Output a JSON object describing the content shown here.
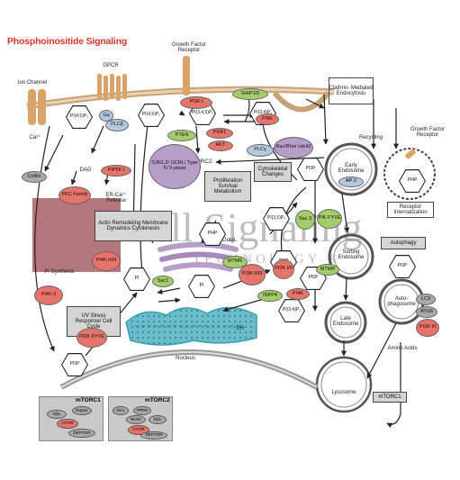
{
  "title": "Phosphoinositide Signaling",
  "watermark": {
    "line1": "Cell Signaling",
    "line2": "TECHNOLOGY ®"
  },
  "colors": {
    "red": "#e8736b",
    "green": "#a6cc6a",
    "gray": "#a9a9a9",
    "blue": "#b4c8e0",
    "purple": "#b79ec9",
    "er": "#7fc7d4"
  },
  "labels": {
    "ion_channel": "Ion Channel",
    "gpcr": "GPCR",
    "gfr": "Growth Factor Receptor",
    "gfr2": "Growth Factor Receptor",
    "clathrin": "Clathrin- Mediated Endocytosis",
    "recycling": "Recycling",
    "receptor_intern": "Receptor Internalization",
    "ca": "Ca²⁺",
    "dag": "DAG",
    "ip3": "IP₃",
    "er_ca": "ER-Ca²⁺ Release",
    "pi_synth": "PI Synthesis",
    "actin": "Actin Remodeling Membrane Dynamics Cytokinesis",
    "prolif": "Proliferation Survival Metabolism",
    "cyto": "Cytoskeletal Changes",
    "uv": "UV Stress Response/ Cell Cycle",
    "golgi": "Golgi",
    "er": "ER",
    "nucleus": "Nucleus",
    "early_endo": "Early Endosome",
    "sorting_endo": "Sorting Endosome",
    "late_endo": "Late Endosome",
    "lysosome": "Lysosome",
    "autophagy": "Autophagy",
    "autophagosome": "Auto- phagosome",
    "amino": "Amino Acids",
    "app2": "AP-2",
    "mtorc1_box": "mTORC1",
    "mtorc2_box": "mTORC2",
    "mtorc2_label": "mTORC2",
    "mtorc1_label": "mTORC1"
  },
  "nodes": {
    "pi45p2_a": "PI(4,5)P₂",
    "pi45p2_b": "PI(4,5)P₂",
    "pi345p3": "PI(3,4,5)P₃",
    "pi34p2_top": "PI(3,4)P₂",
    "pi4p_top": "PI4P",
    "pip_endo": "PI3P",
    "pi4p_golgi": "PI4P",
    "pi_left": "PI",
    "pi_mid": "PI",
    "pi35p2": "PI(3,5)P₂",
    "pi5p": "PI5P",
    "pi3p_sort": "PI3P",
    "pi34p2_low": "PI(3,4)P₂",
    "pi3p_left": "PI3P",
    "pi3p_auto": "PI3P",
    "pi4p_right": "PI4P"
  },
  "enzymes": {
    "pi3k_i": "PI3K I",
    "ship12": "SHIP1/2",
    "pi5k": "PI5K",
    "pten": "PTEN",
    "pdk1": "PDK1",
    "akt": "AKT",
    "plcg": "PLCγ",
    "rac": "Rac/Rho/ cdc42",
    "plcb": "PLCβ",
    "gq": "Gq",
    "cofilin": "Cofilin",
    "pkc": "PKC Family",
    "pip5k": "PIP5K I",
    "sjn": "SJN1,2/ OCRL/ Type IV 5-ptase",
    "mtmr_a": "MTMR",
    "sac1": "Sac1",
    "pi4k_iiiii": "PI4K II/III",
    "pi4k_ii": "PI4K II",
    "pi3k_fyve_low": "PI3K FYVE",
    "pi3k_iii": "PI3K II/III",
    "inpp4": "INPP4",
    "sac3": "Sac 3",
    "pik_fyve": "PIK FYVE",
    "mtmr_b": "MTMR",
    "pi4k_b": "PI4K",
    "pi3k_right": "PI3K I/II",
    "lc3": "LC3",
    "atg6": "ATG6",
    "pi3k_low": "PI3K III",
    "raptor": "Raptor",
    "gbl1": "GβL",
    "mtor1": "mTOR",
    "deptor1": "DEPTOR",
    "sin1": "Sin1",
    "prr5": "PRR5",
    "rictor": "Rictor",
    "gbl2": "GβL",
    "mtor2": "mTOR",
    "deptor2": "DEPTOR"
  }
}
